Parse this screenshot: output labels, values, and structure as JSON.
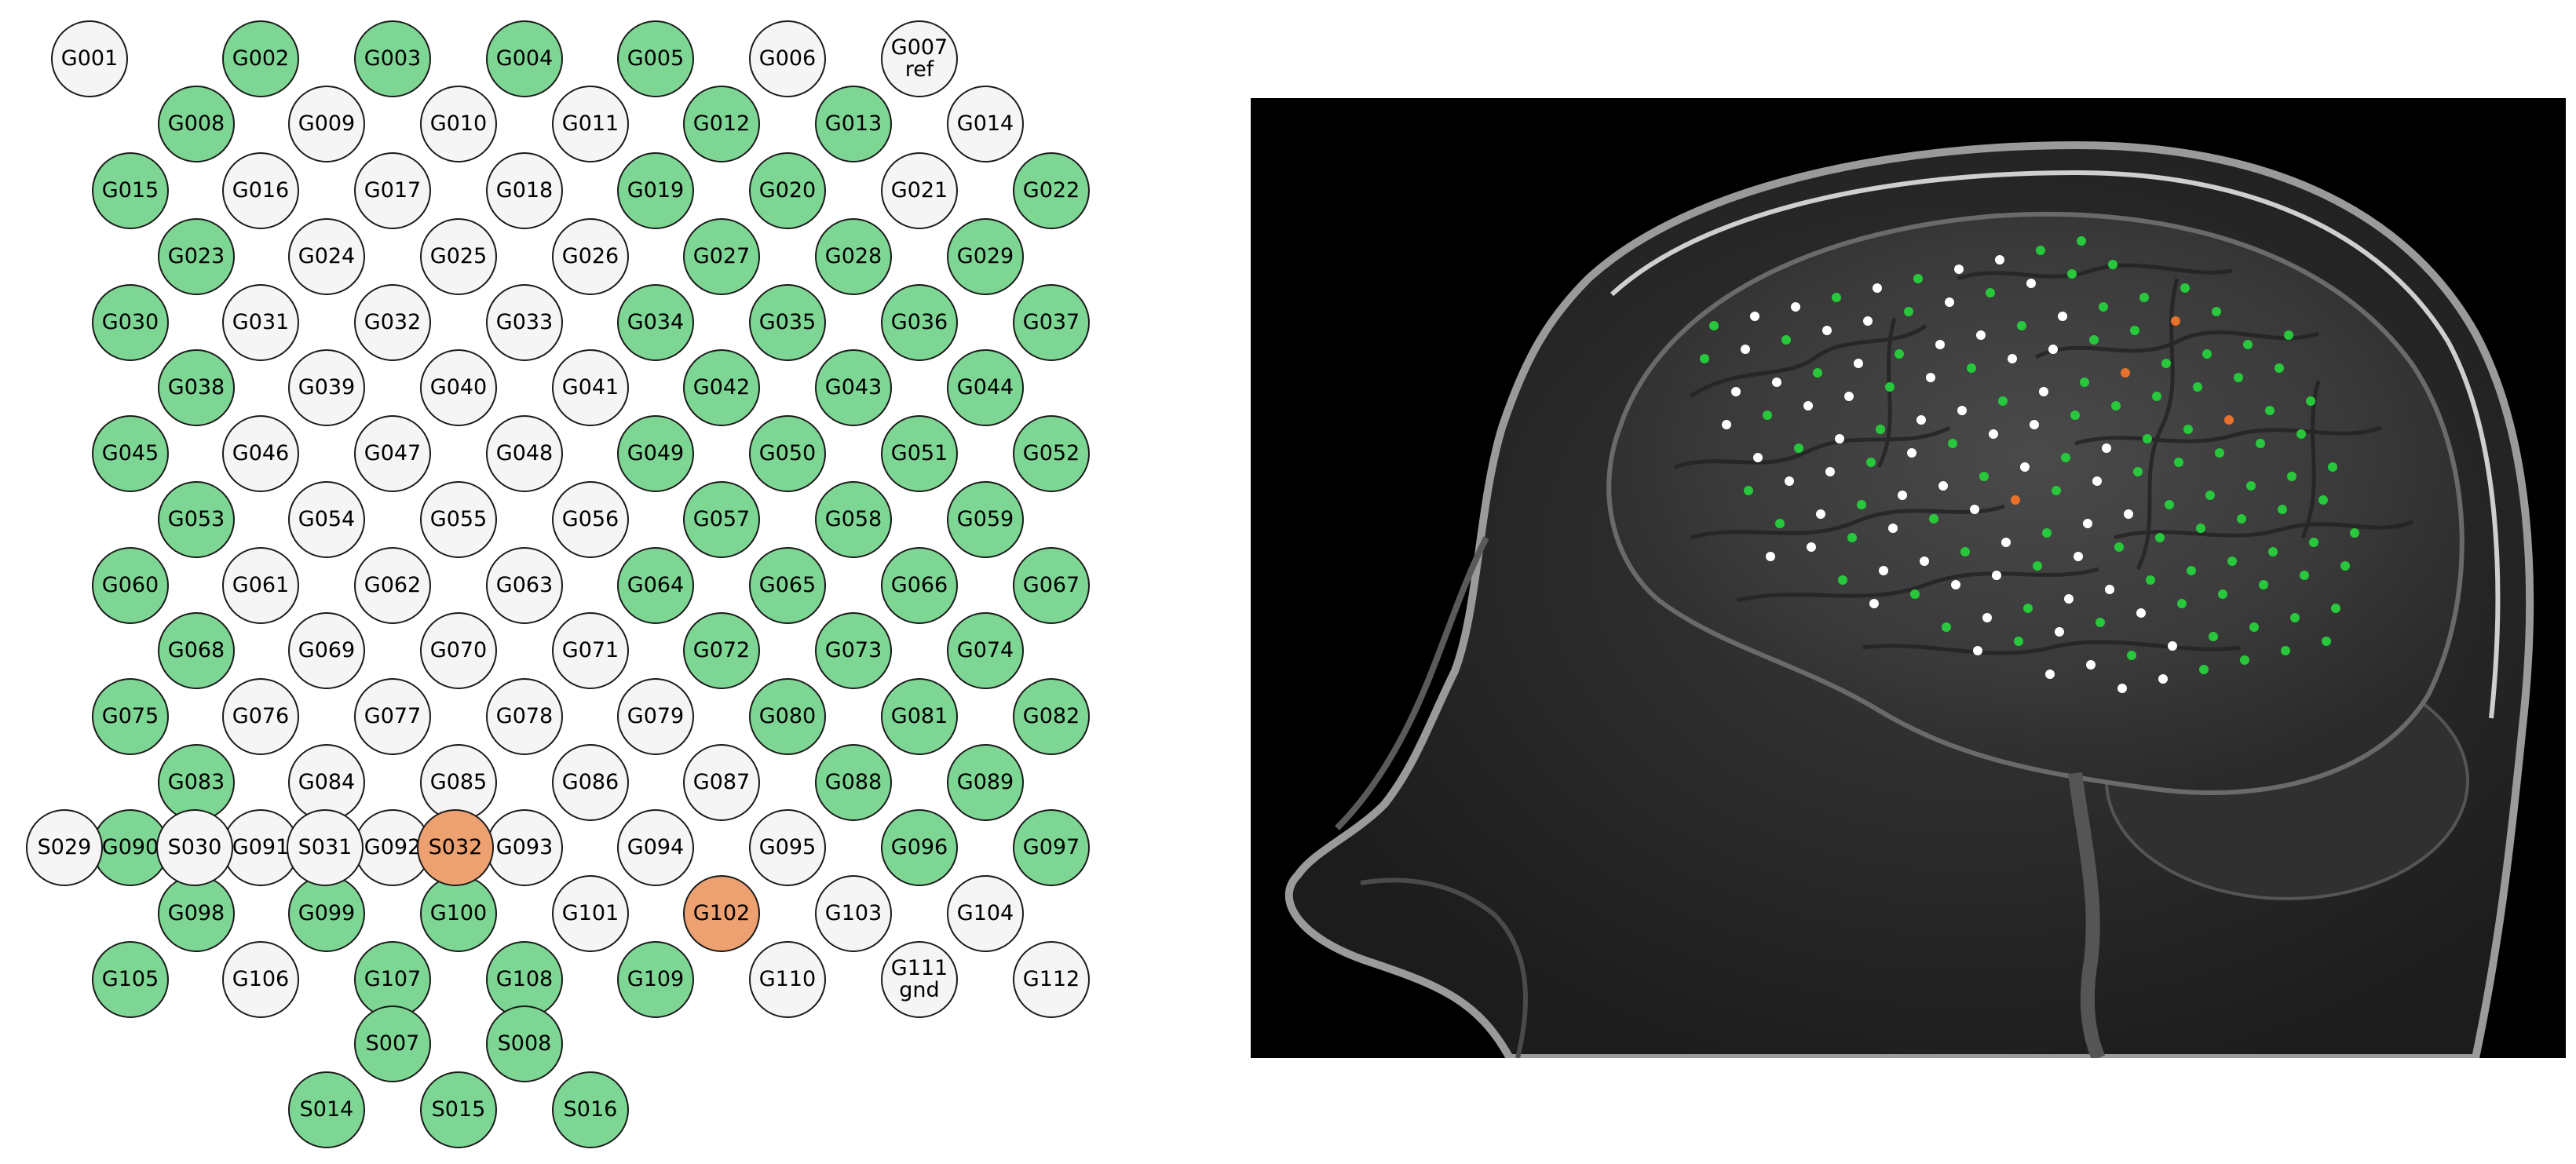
{
  "colors": {
    "green": "#7ed694",
    "white": "#f5f5f5",
    "orange": "#eda070",
    "outline": "#1a1a1a",
    "mri_background": "#000000"
  },
  "electrodes": [
    {
      "label": "G001",
      "color": "white"
    },
    {
      "label": "G002",
      "color": "green"
    },
    {
      "label": "G003",
      "color": "green"
    },
    {
      "label": "G004",
      "color": "green"
    },
    {
      "label": "G005",
      "color": "green"
    },
    {
      "label": "G006",
      "color": "white"
    },
    {
      "label": "G007",
      "sub": "ref",
      "color": "white"
    },
    {
      "label": "G008",
      "color": "green"
    },
    {
      "label": "G009",
      "color": "white"
    },
    {
      "label": "G010",
      "color": "white"
    },
    {
      "label": "G011",
      "color": "white"
    },
    {
      "label": "G012",
      "color": "green"
    },
    {
      "label": "G013",
      "color": "green"
    },
    {
      "label": "G014",
      "color": "white"
    },
    {
      "label": "G015",
      "color": "green"
    },
    {
      "label": "G016",
      "color": "white"
    },
    {
      "label": "G017",
      "color": "white"
    },
    {
      "label": "G018",
      "color": "white"
    },
    {
      "label": "G019",
      "color": "green"
    },
    {
      "label": "G020",
      "color": "green"
    },
    {
      "label": "G021",
      "color": "white"
    },
    {
      "label": "G022",
      "color": "green"
    },
    {
      "label": "G023",
      "color": "green"
    },
    {
      "label": "G024",
      "color": "white"
    },
    {
      "label": "G025",
      "color": "white"
    },
    {
      "label": "G026",
      "color": "white"
    },
    {
      "label": "G027",
      "color": "green"
    },
    {
      "label": "G028",
      "color": "green"
    },
    {
      "label": "G029",
      "color": "green"
    },
    {
      "label": "G030",
      "color": "green"
    },
    {
      "label": "G031",
      "color": "white"
    },
    {
      "label": "G032",
      "color": "white"
    },
    {
      "label": "G033",
      "color": "white"
    },
    {
      "label": "G034",
      "color": "green"
    },
    {
      "label": "G035",
      "color": "green"
    },
    {
      "label": "G036",
      "color": "green"
    },
    {
      "label": "G037",
      "color": "green"
    },
    {
      "label": "G038",
      "color": "green"
    },
    {
      "label": "G039",
      "color": "white"
    },
    {
      "label": "G040",
      "color": "white"
    },
    {
      "label": "G041",
      "color": "white"
    },
    {
      "label": "G042",
      "color": "green"
    },
    {
      "label": "G043",
      "color": "green"
    },
    {
      "label": "G044",
      "color": "green"
    },
    {
      "label": "G045",
      "color": "green"
    },
    {
      "label": "G046",
      "color": "white"
    },
    {
      "label": "G047",
      "color": "white"
    },
    {
      "label": "G048",
      "color": "white"
    },
    {
      "label": "G049",
      "color": "green"
    },
    {
      "label": "G050",
      "color": "green"
    },
    {
      "label": "G051",
      "color": "green"
    },
    {
      "label": "G052",
      "color": "green"
    },
    {
      "label": "G053",
      "color": "green"
    },
    {
      "label": "G054",
      "color": "white"
    },
    {
      "label": "G055",
      "color": "white"
    },
    {
      "label": "G056",
      "color": "white"
    },
    {
      "label": "G057",
      "color": "green"
    },
    {
      "label": "G058",
      "color": "green"
    },
    {
      "label": "G059",
      "color": "green"
    },
    {
      "label": "G060",
      "color": "green"
    },
    {
      "label": "G061",
      "color": "white"
    },
    {
      "label": "G062",
      "color": "white"
    },
    {
      "label": "G063",
      "color": "white"
    },
    {
      "label": "G064",
      "color": "green"
    },
    {
      "label": "G065",
      "color": "green"
    },
    {
      "label": "G066",
      "color": "green"
    },
    {
      "label": "G067",
      "color": "green"
    },
    {
      "label": "G068",
      "color": "green"
    },
    {
      "label": "G069",
      "color": "white"
    },
    {
      "label": "G070",
      "color": "white"
    },
    {
      "label": "G071",
      "color": "white"
    },
    {
      "label": "G072",
      "color": "green"
    },
    {
      "label": "G073",
      "color": "green"
    },
    {
      "label": "G074",
      "color": "green"
    },
    {
      "label": "G075",
      "color": "green"
    },
    {
      "label": "G076",
      "color": "white"
    },
    {
      "label": "G077",
      "color": "white"
    },
    {
      "label": "G078",
      "color": "white"
    },
    {
      "label": "G079",
      "color": "white"
    },
    {
      "label": "G080",
      "color": "green"
    },
    {
      "label": "G081",
      "color": "green"
    },
    {
      "label": "G082",
      "color": "green"
    },
    {
      "label": "G083",
      "color": "green"
    },
    {
      "label": "G084",
      "color": "white"
    },
    {
      "label": "G085",
      "color": "white"
    },
    {
      "label": "G086",
      "color": "white"
    },
    {
      "label": "G087",
      "color": "white"
    },
    {
      "label": "G088",
      "color": "green"
    },
    {
      "label": "G089",
      "color": "green"
    },
    {
      "label": "S029",
      "color": "white"
    },
    {
      "label": "G090",
      "color": "green"
    },
    {
      "label": "S030",
      "color": "white"
    },
    {
      "label": "G091",
      "color": "white"
    },
    {
      "label": "S031",
      "color": "white"
    },
    {
      "label": "G092",
      "color": "white"
    },
    {
      "label": "S032",
      "color": "orange"
    },
    {
      "label": "G093",
      "color": "white"
    },
    {
      "label": "G094",
      "color": "white"
    },
    {
      "label": "G095",
      "color": "white"
    },
    {
      "label": "G096",
      "color": "green"
    },
    {
      "label": "G097",
      "color": "green"
    },
    {
      "label": "G098",
      "color": "green"
    },
    {
      "label": "G099",
      "color": "green"
    },
    {
      "label": "G100",
      "color": "green"
    },
    {
      "label": "G101",
      "color": "white"
    },
    {
      "label": "G102",
      "color": "orange"
    },
    {
      "label": "G103",
      "color": "white"
    },
    {
      "label": "G104",
      "color": "white"
    },
    {
      "label": "G105",
      "color": "green"
    },
    {
      "label": "G106",
      "color": "white"
    },
    {
      "label": "G107",
      "color": "green"
    },
    {
      "label": "G108",
      "color": "green"
    },
    {
      "label": "G109",
      "color": "green"
    },
    {
      "label": "G110",
      "color": "white"
    },
    {
      "label": "G111",
      "sub": "gnd",
      "color": "white"
    },
    {
      "label": "G112",
      "color": "white"
    },
    {
      "label": "S007",
      "color": "green"
    },
    {
      "label": "S008",
      "color": "green"
    },
    {
      "label": "S014",
      "color": "green"
    },
    {
      "label": "S015",
      "color": "green"
    },
    {
      "label": "S016",
      "color": "green"
    }
  ]
}
